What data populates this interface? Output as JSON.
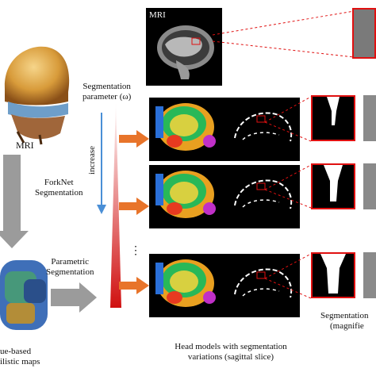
{
  "left": {
    "mri_label": "MRI",
    "step1_label": "ForkNet\nSegmentation",
    "step2_label": "Parametric\nSegmentation",
    "bottom_label": "ue-based\nilistic maps"
  },
  "middle": {
    "parameter_label": "Segmentation\nparameter (ω)",
    "increase_label": "increase",
    "ellipsis": "⋮",
    "mri_panel_label": "MRI",
    "caption": "Head models with segmentation\nvariations (sagittal slice)"
  },
  "right": {
    "caption": "Segmentation\n(magnifie"
  },
  "colors": {
    "arrow_orange": "#e8742a",
    "inset_red": "#e01010",
    "gradient_red": "#d01010",
    "increase_blue": "#4a8fd6",
    "gray_arrow": "#9b9b9b"
  }
}
